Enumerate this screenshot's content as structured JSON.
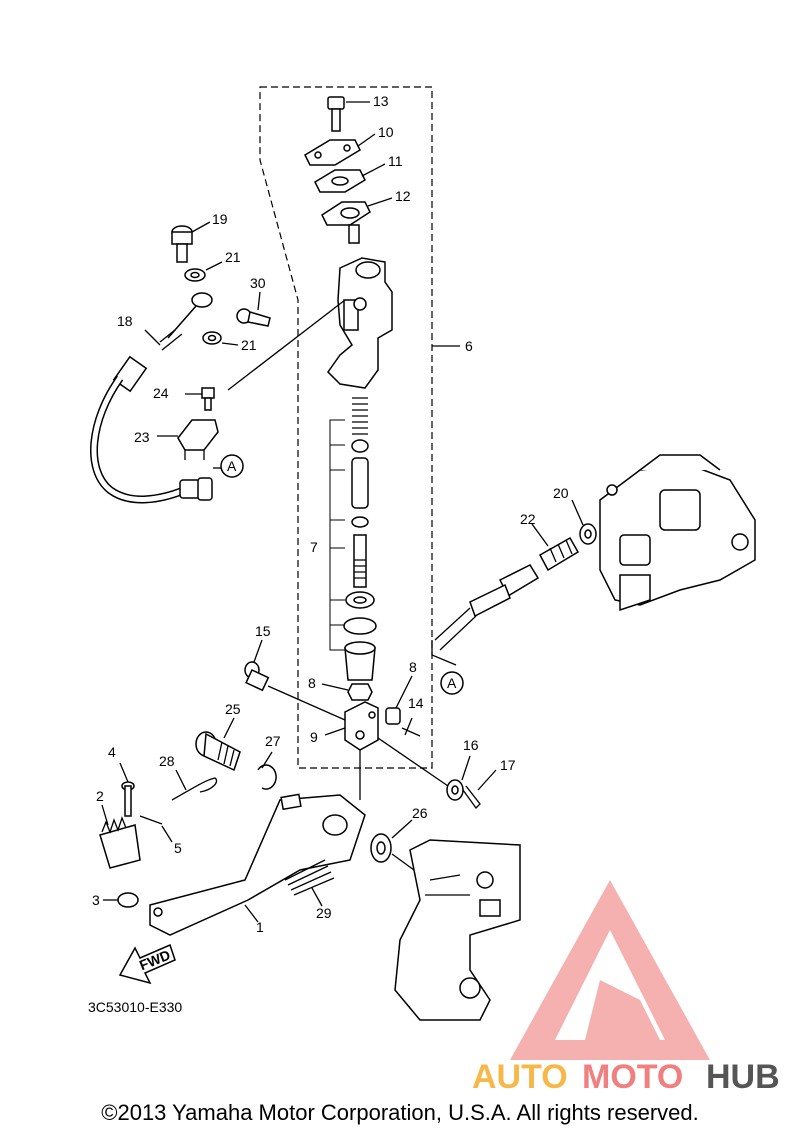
{
  "diagram_code": "3C53010-E330",
  "copyright": "©2013 Yamaha Motor Corporation, U.S.A. All rights reserved.",
  "fwd_label": "FWD",
  "connector_label": "A",
  "callouts": {
    "c1": "1",
    "c2": "2",
    "c3": "3",
    "c4": "4",
    "c5": "5",
    "c6": "6",
    "c7": "7",
    "c8a": "8",
    "c8b": "8",
    "c9": "9",
    "c10": "10",
    "c11": "11",
    "c12": "12",
    "c13": "13",
    "c14": "14",
    "c15": "15",
    "c16": "16",
    "c17": "17",
    "c18": "18",
    "c19": "19",
    "c20": "20",
    "c21a": "21",
    "c21b": "21",
    "c22": "22",
    "c23": "23",
    "c24": "24",
    "c25": "25",
    "c26": "26",
    "c27": "27",
    "c28": "28",
    "c29": "29",
    "c30": "30"
  },
  "watermark": {
    "part1": "AUTO",
    "part2": "MOTO",
    "part3": "HUB",
    "colors": {
      "auto": "#f7b84a",
      "moto": "#f08080",
      "hub": "#555555",
      "logo": "#f4a3a3"
    }
  }
}
